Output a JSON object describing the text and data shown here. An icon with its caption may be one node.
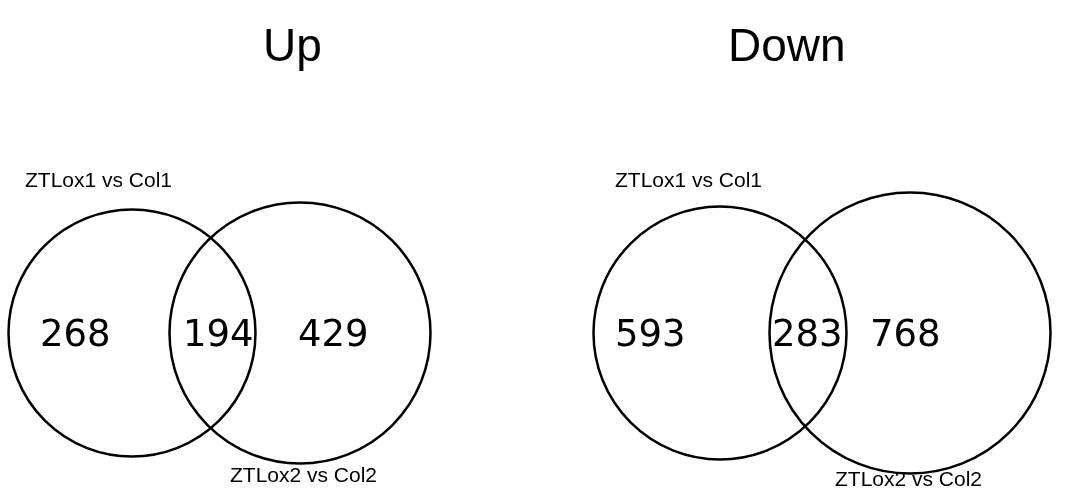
{
  "diagram": {
    "nodes": [
      {
        "text": [
          "ZTLox1 vs Col1"
        ]
      },
      {
        "text": [
          "ZTLox2 vs Col2"
        ]
      },
      {
        "text": [
          "ZTLox1 vs Col1"
        ]
      },
      {
        "text": [
          "ZTLox2 vs Col2"
        ]
      }
    ],
    "labels": [
      "Up",
      "268",
      "194",
      "429",
      "Down",
      "593",
      "283",
      "768"
    ]
  }
}
